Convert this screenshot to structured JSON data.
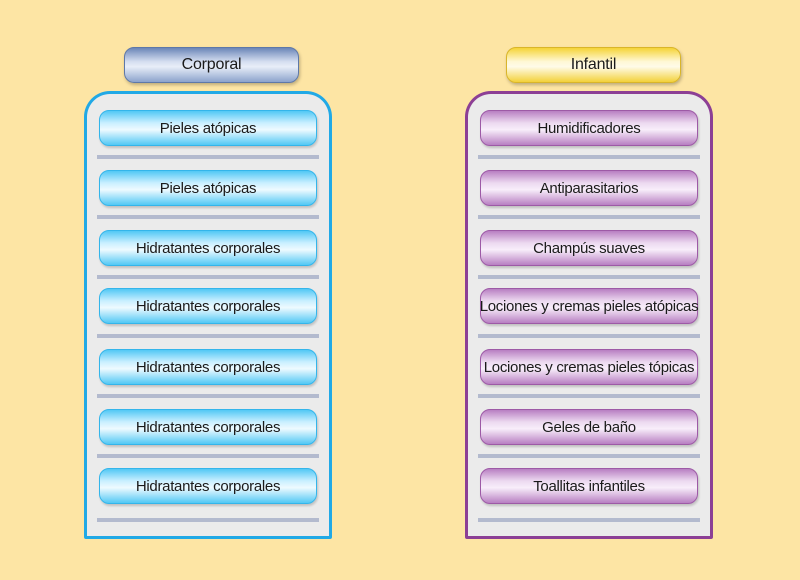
{
  "columns": [
    {
      "title": "Corporal",
      "items": [
        "Pieles atópicas",
        "Pieles atópicas",
        "Hidratantes corporales",
        "Hidratantes corporales",
        "Hidratantes corporales",
        "Hidratantes corporales",
        "Hidratantes corporales"
      ],
      "colors": {
        "header": "#8ca3cc",
        "border": "#21a9e6",
        "item": "#52c8f5"
      }
    },
    {
      "title": "Infantil",
      "items": [
        "Humidificadores",
        "Antiparasitarios",
        "Champús suaves",
        "Lociones y cremas pieles atópicas",
        "Lociones y cremas pieles tópicas",
        "Geles de baño",
        "Toallitas infantiles"
      ],
      "colors": {
        "header": "#f5d437",
        "border": "#8c3f95",
        "item": "#b87fc2"
      }
    }
  ],
  "background": "#fde5a4"
}
